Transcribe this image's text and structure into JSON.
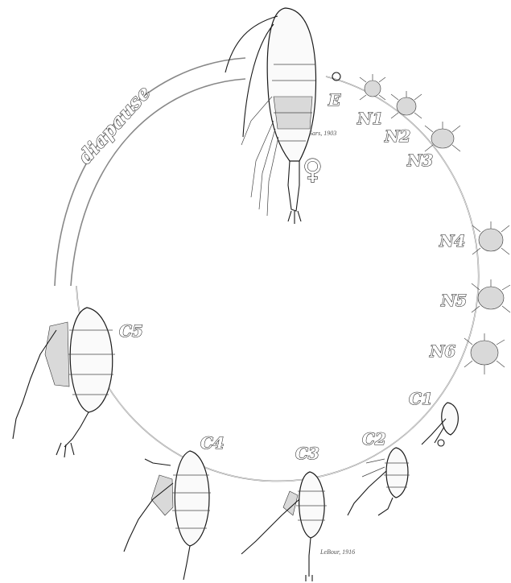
{
  "diagram": {
    "diapause_label": "diapause",
    "female_symbol": "♀",
    "stages": {
      "egg": "E",
      "n1": "N1",
      "n2": "N2",
      "n3": "N3",
      "n4": "N4",
      "n5": "N5",
      "n6": "N6",
      "c1": "C1",
      "c2": "C2",
      "c3": "C3",
      "c4": "C4",
      "c5": "C5"
    },
    "citations": {
      "top": "Sars, 1903",
      "bottom": "LeBour, 1916"
    }
  }
}
